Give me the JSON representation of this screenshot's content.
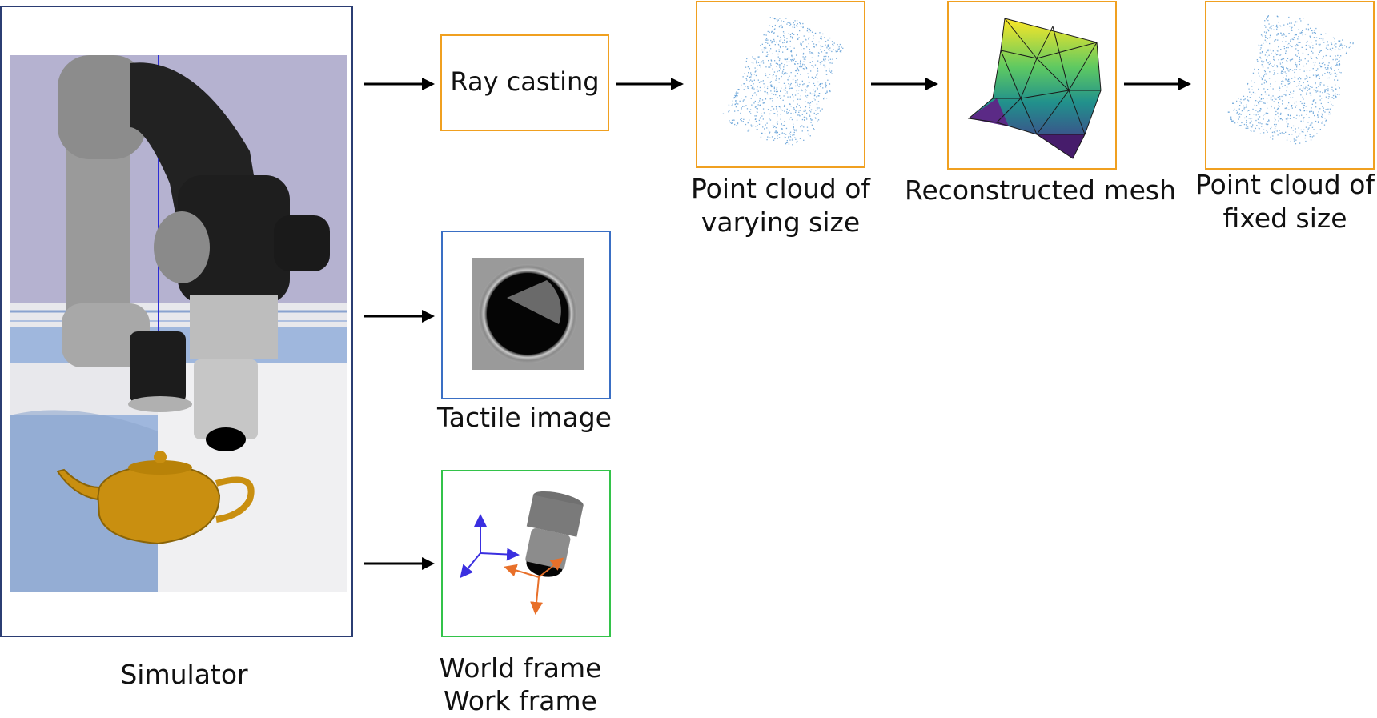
{
  "colors": {
    "simulator_border": "#2b3d73",
    "orange_border": "#f0a020",
    "blue_border": "#3a6fc4",
    "green_border": "#33c34a",
    "arrow": "#000000",
    "teapot": "#c98f10",
    "frame_blue": "#3a2fe0",
    "frame_orange": "#e8702a"
  },
  "simulator": {
    "label": "Simulator"
  },
  "ray_casting": {
    "label": "Ray casting"
  },
  "point_cloud_varying": {
    "line1": "Point cloud of",
    "line2": "varying size"
  },
  "reconstructed_mesh": {
    "label": "Reconstructed mesh"
  },
  "point_cloud_fixed": {
    "line1": "Point cloud of",
    "line2": "fixed size"
  },
  "tactile": {
    "label": "Tactile image"
  },
  "frames": {
    "line1": "World frame",
    "line2": "Work frame"
  }
}
